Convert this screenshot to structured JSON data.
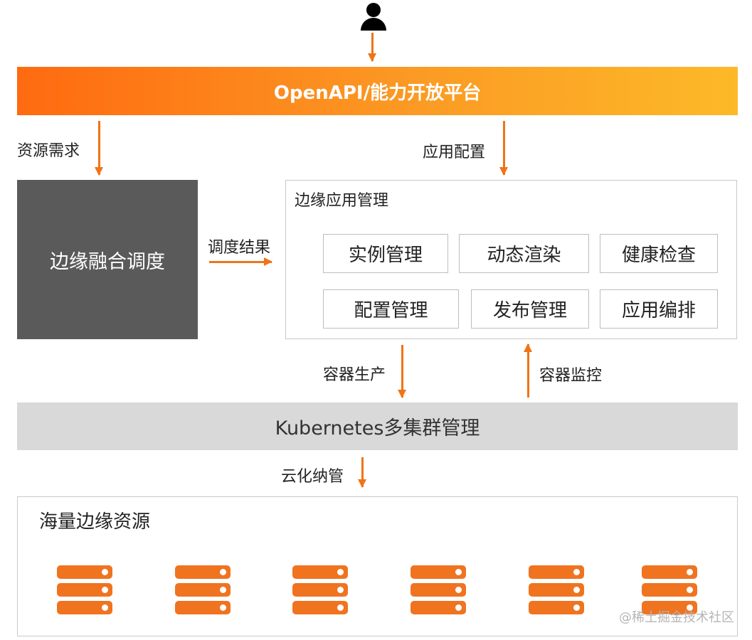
{
  "platform": {
    "title": "OpenAPI/能力开放平台"
  },
  "flow_labels": {
    "resource_demand": "资源需求",
    "app_config": "应用配置",
    "schedule_result": "调度结果",
    "container_production": "容器生产",
    "container_monitoring": "容器监控",
    "cloud_management": "云化纳管"
  },
  "scheduler": {
    "title": "边缘融合调度"
  },
  "app_management": {
    "title": "边缘应用管理",
    "rows": [
      [
        "实例管理",
        "动态渲染",
        "健康检查"
      ],
      [
        "配置管理",
        "发布管理",
        "应用编排"
      ]
    ]
  },
  "kubernetes": {
    "title": "Kubernetes多集群管理"
  },
  "resources": {
    "title": "海量边缘资源",
    "server_count": 6,
    "server_icon": "server-icon"
  },
  "watermark": "@稀土掘金技术社区",
  "colors": {
    "accent": "#ef7417",
    "scheduler_bg": "#5a5a5a",
    "k8s_bg": "#d9d9d9"
  }
}
